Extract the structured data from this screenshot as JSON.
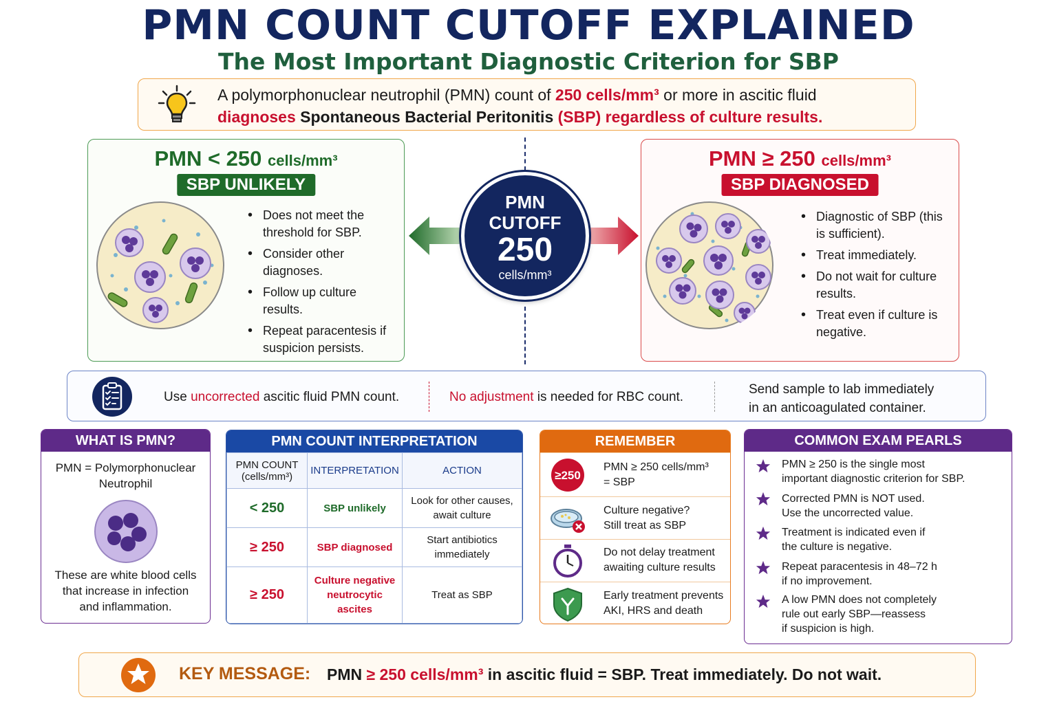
{
  "title": "PMN COUNT CUTOFF EXPLAINED",
  "subtitle": "The Most Important Diagnostic Criterion for SBP",
  "intro": {
    "icon": "lightbulb-icon",
    "line1_a": "A polymorphonuclear neutrophil (PMN) count of ",
    "line1_b": "250 cells/mm³",
    "line1_c": " or more in ascitic fluid",
    "line2_a": "diagnoses",
    "line2_b": " Spontaneous Bacterial Peritonitis ",
    "line2_c": "(SBP) regardless of culture results."
  },
  "left_panel": {
    "head_a": "PMN < 250",
    "head_b": "cells/mm³",
    "badge": "SBP UNLIKELY",
    "bullets": [
      "Does not meet the threshold for SBP.",
      "Consider other diagnoses.",
      "Follow up culture results.",
      "Repeat paracentesis if suspicion persists."
    ]
  },
  "right_panel": {
    "head_a": "PMN ≥ 250",
    "head_b": "cells/mm³",
    "badge": "SBP DIAGNOSED",
    "bullets": [
      "Diagnostic of SBP (this is sufficient).",
      "Treat immediately.",
      "Do not wait for culture results.",
      "Treat even if culture is negative."
    ]
  },
  "cutoff": {
    "line1": "PMN",
    "line2": "CUTOFF",
    "value": "250",
    "unit": "cells/mm³"
  },
  "info_bar": {
    "icon": "clipboard-check-icon",
    "i1_a": "Use ",
    "i1_b": "uncorrected",
    "i1_c": " ascitic fluid PMN count.",
    "i2_a": "No adjustment",
    "i2_b": " is needed for RBC count.",
    "i3_line1": "Send sample to lab immediately",
    "i3_line2": "in an anticoagulated container."
  },
  "what_card": {
    "title": "WHAT IS PMN?",
    "def_line1": "PMN = Polymorphonuclear",
    "def_line2": "Neutrophil",
    "desc_line1": "These are white blood cells",
    "desc_line2": "that increase in infection",
    "desc_line3": "and inflammation."
  },
  "interp_card": {
    "title": "PMN COUNT INTERPRETATION",
    "headers": [
      "PMN COUNT (cells/mm³)",
      "INTERPRETATION",
      "ACTION"
    ],
    "rows": [
      {
        "count": "< 250",
        "interp": "SBP unlikely",
        "action": "Look for other causes, await culture"
      },
      {
        "count": "≥ 250",
        "interp": "SBP diagnosed",
        "action": "Start antibiotics immediately"
      },
      {
        "count": "≥ 250",
        "interp": "Culture negative neutrocytic ascites",
        "action": "Treat as SBP"
      }
    ]
  },
  "remember_card": {
    "title": "REMEMBER",
    "badge": "≥250",
    "items": [
      {
        "icon": "threshold-badge-icon",
        "line1": "PMN ≥ 250 cells/mm³",
        "line2": "= SBP"
      },
      {
        "icon": "petri-dish-icon",
        "line1": "Culture negative?",
        "line2": "Still treat as SBP"
      },
      {
        "icon": "stopwatch-icon",
        "line1": "Do not delay treatment",
        "line2": "awaiting culture results"
      },
      {
        "icon": "shield-icon",
        "line1": "Early treatment prevents",
        "line2": "AKI, HRS and death"
      }
    ]
  },
  "pearls_card": {
    "title": "COMMON EXAM PEARLS",
    "items": [
      {
        "line1": "PMN ≥ 250 is the single most",
        "line2": "important diagnostic criterion for SBP.",
        "line3": ""
      },
      {
        "line1": "Corrected PMN is NOT used.",
        "line2": "Use the uncorrected value.",
        "line3": ""
      },
      {
        "line1": "Treatment is indicated even if",
        "line2": "the culture is negative.",
        "line3": ""
      },
      {
        "line1": "Repeat paracentesis in 48–72 h",
        "line2": "if no improvement.",
        "line3": ""
      },
      {
        "line1": "A low PMN does not completely",
        "line2": "rule out early SBP—reassess",
        "line3": "if suspicion is high."
      }
    ]
  },
  "key_message": {
    "label": "KEY MESSAGE:",
    "msg_a": "PMN ",
    "msg_b": "≥ 250 cells/mm³",
    "msg_c": " in ascitic fluid = SBP. Treat immediately. Do not wait."
  },
  "colors": {
    "navy": "#13265f",
    "green": "#1f6b2a",
    "red": "#c8102e",
    "purple": "#5e2a88",
    "blue": "#1a49a5",
    "orange": "#e06a10"
  }
}
